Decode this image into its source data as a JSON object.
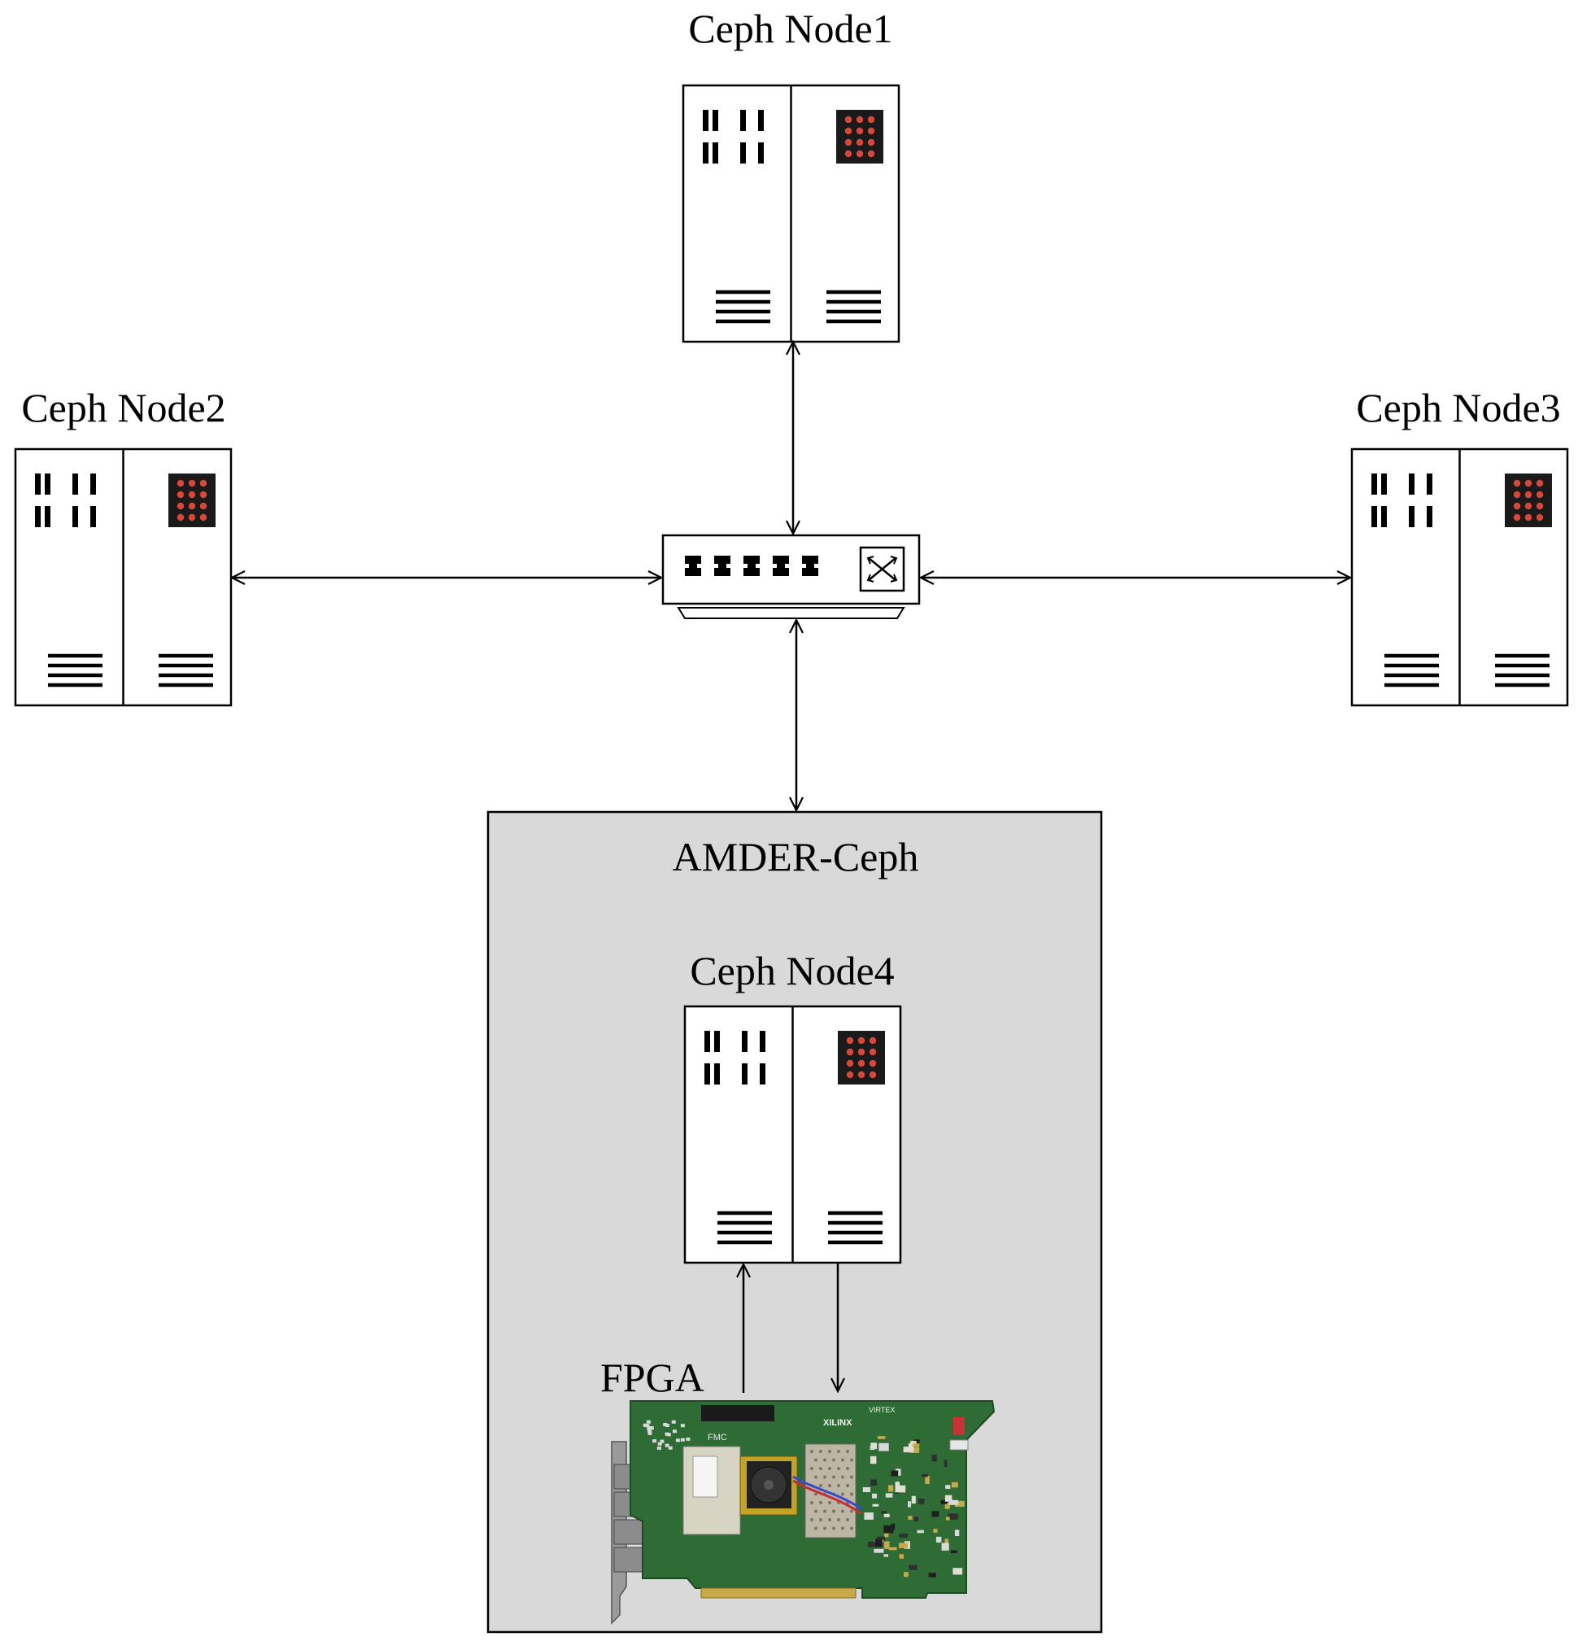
{
  "nodes": {
    "node1": {
      "label": "Ceph Node1"
    },
    "node2": {
      "label": "Ceph Node2"
    },
    "node3": {
      "label": "Ceph Node3"
    },
    "node4": {
      "label": "Ceph Node4"
    }
  },
  "cluster": {
    "label": "AMDER-Ceph"
  },
  "fpga": {
    "label": "FPGA",
    "board": {
      "brand": "XILINX",
      "series": "VIRTEX",
      "connector": "FMC"
    }
  },
  "colors": {
    "line": "#000000",
    "node_fill": "#ffffff",
    "cluster_fill": "#d9d9d9",
    "led_panel": "#1a1a1a",
    "led": "#d9473a",
    "pcb": "#2f6b35"
  }
}
